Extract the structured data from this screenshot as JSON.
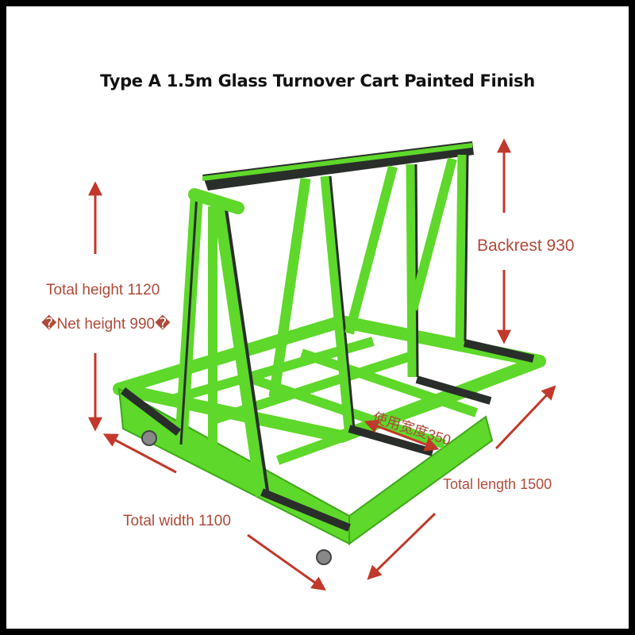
{
  "title": "Type A 1.5m Glass Turnover Cart Painted Finish",
  "dimensions": {
    "total_height": "Total height 1120",
    "net_height": "�Net height 990�",
    "backrest": "Backrest 930",
    "usable_width": "使用宽度350",
    "total_length": "Total length 1500",
    "total_width": "Total width 1100"
  },
  "colors": {
    "frame_green": "#5ed82a",
    "frame_dark": "#2a2e2a",
    "annotation_red": "#c0392b",
    "label_text": "#b04a3a"
  }
}
